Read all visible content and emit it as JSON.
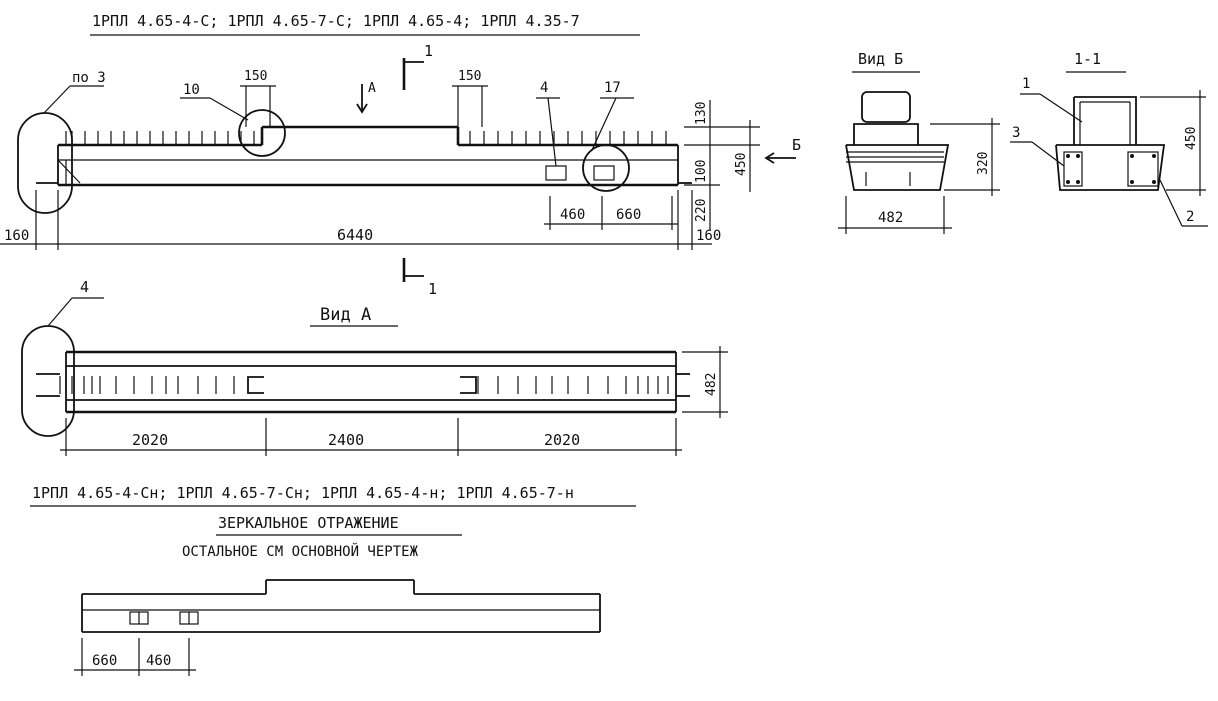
{
  "colors": {
    "ink": "#111111",
    "paper": "#ffffff"
  },
  "titles": {
    "top": "1РПЛ 4.65-4-С; 1РПЛ 4.65-7-С; 1РПЛ 4.65-4; 1РПЛ 4.35-7",
    "bottom": "1РПЛ 4.65-4-Сн; 1РПЛ 4.65-7-Сн; 1РПЛ 4.65-4-н; 1РПЛ 4.65-7-н",
    "mirror": "ЗЕРКАЛЬНОЕ ОТРАЖЕНИЕ",
    "rest": "ОСТАЛЬНОЕ СМ ОСНОВНОЙ ЧЕРТЕЖ"
  },
  "elevation": {
    "note_po3": "по 3",
    "callout_10": "10",
    "callout_4": "4",
    "callout_17": "17",
    "section_mark": "1",
    "view_arrow_a": "А",
    "view_arrow_b": "Б",
    "dims": {
      "d150_left": "150",
      "d150_right": "150",
      "d160_left": "160",
      "d6440": "6440",
      "d160_right": "160",
      "d460": "460",
      "d660": "660",
      "d130": "130",
      "d450": "450",
      "d100": "100",
      "d220": "220"
    }
  },
  "plan": {
    "label": "Вид А",
    "callout_4": "4",
    "dims": {
      "d2020_left": "2020",
      "d2400": "2400",
      "d2020_right": "2020",
      "d482": "482"
    }
  },
  "view_b": {
    "label": "Вид Б",
    "dims": {
      "d320": "320",
      "d482": "482"
    }
  },
  "section": {
    "label": "1-1",
    "callout_1": "1",
    "callout_2": "2",
    "callout_3": "3",
    "dims": {
      "d450": "450"
    }
  },
  "mirror_view": {
    "dims": {
      "d660": "660",
      "d460": "460"
    }
  }
}
